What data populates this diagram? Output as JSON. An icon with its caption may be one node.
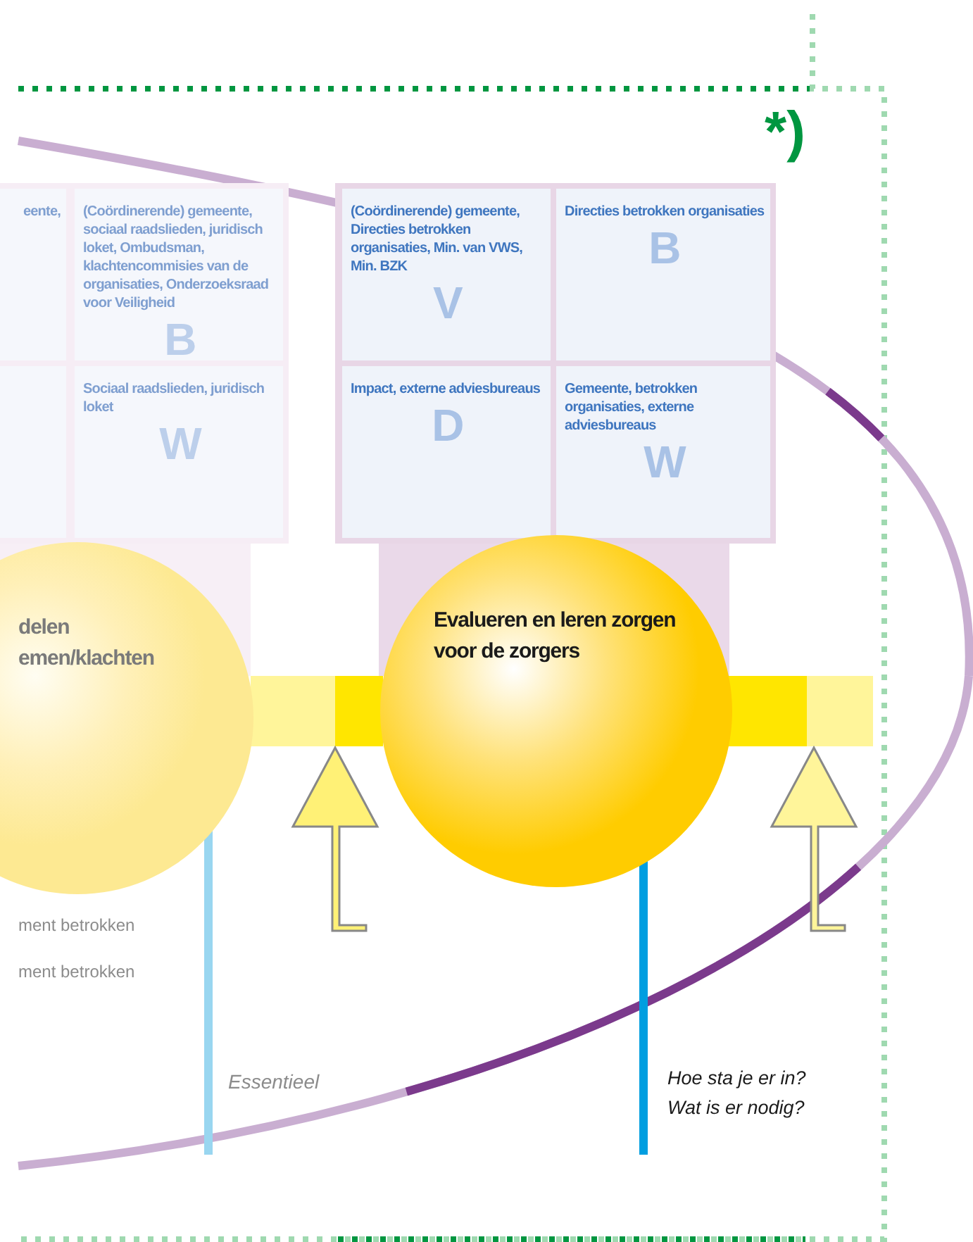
{
  "diagram": {
    "nodes": [
      {
        "text": [],
        "shape": "box"
      },
      {
        "text": [
          "eente,"
        ],
        "in": 0
      },
      {
        "text": [
          "(Coördinerende) gemeente, sociaal raadslieden, juridisch loket, Ombudsman, klachtencommisies van de organisaties, Onderzoeksraad voor Veiligheid",
          "B"
        ],
        "in": 0
      },
      {
        "text": [],
        "shape": "box",
        "in": 0
      },
      {
        "text": [
          "Sociaal raadslieden, juridisch loket",
          "W"
        ],
        "in": 0
      },
      {
        "text": [],
        "shape": "box"
      },
      {
        "text": [
          "(Coördinerende) gemeente, Directies betrokken organisaties, Min. van VWS, Min. BZK",
          "V"
        ],
        "in": 5
      },
      {
        "text": [
          "Directies betrokken organisaties",
          "B"
        ],
        "in": 5
      },
      {
        "text": [
          "Impact, externe adviesbureaus",
          "D"
        ],
        "in": 5
      },
      {
        "text": [
          "Gemeente, betrokken organisaties, externe adviesbureaus",
          "W"
        ],
        "in": 5
      },
      {
        "text": [],
        "shape": "bar"
      },
      {
        "text": [],
        "shape": "bar"
      },
      {
        "text": [
          "delen emen/klachten"
        ]
      },
      {
        "text": [
          "Evalueren en leren zorgen voor de zorgers"
        ]
      }
    ],
    "edges": [
      {
        "from": null,
        "to": 10,
        "arrow": "to"
      },
      {
        "from": null,
        "to": 11,
        "arrow": "to"
      }
    ],
    "labels": [
      "*)",
      "ment betrokken",
      "ment betrokken",
      "Essentieel",
      "Hoe sta je er in?",
      "Wat is er nodig?"
    ]
  }
}
